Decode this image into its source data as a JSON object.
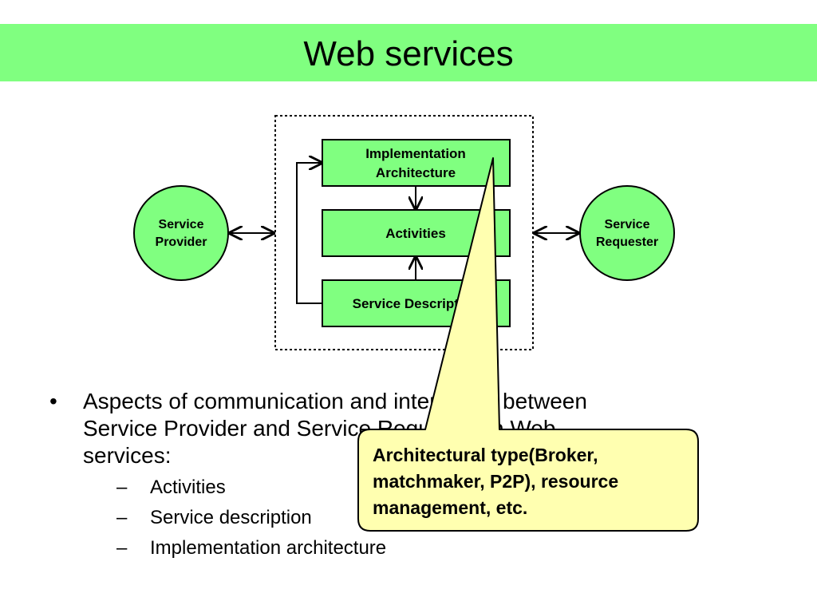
{
  "title": "Web services",
  "diagram": {
    "provider_line1": "Service",
    "provider_line2": "Provider",
    "requester_line1": "Service",
    "requester_line2": "Requester",
    "impl_line1": "Implementation",
    "impl_line2": "Architecture",
    "activities": "Activities",
    "service_description": "Service Description",
    "colors": {
      "box_fill": "#80ff80",
      "callout_fill": "#ffffb0",
      "title_bar": "#80ff80"
    }
  },
  "bullets": {
    "main_marker": "•",
    "main_text_line1": "Aspects of communication and interaction between",
    "main_text_line2": "Service Provider and Service Requester in Web",
    "main_text_line3": "services:",
    "sub_marker": "–",
    "sub_items": [
      "Activities",
      "Service description",
      "Implementation architecture"
    ]
  },
  "callout": {
    "line1": "Architectural type(Broker,",
    "line2": "matchmaker, P2P), resource",
    "line3": "management, etc."
  }
}
